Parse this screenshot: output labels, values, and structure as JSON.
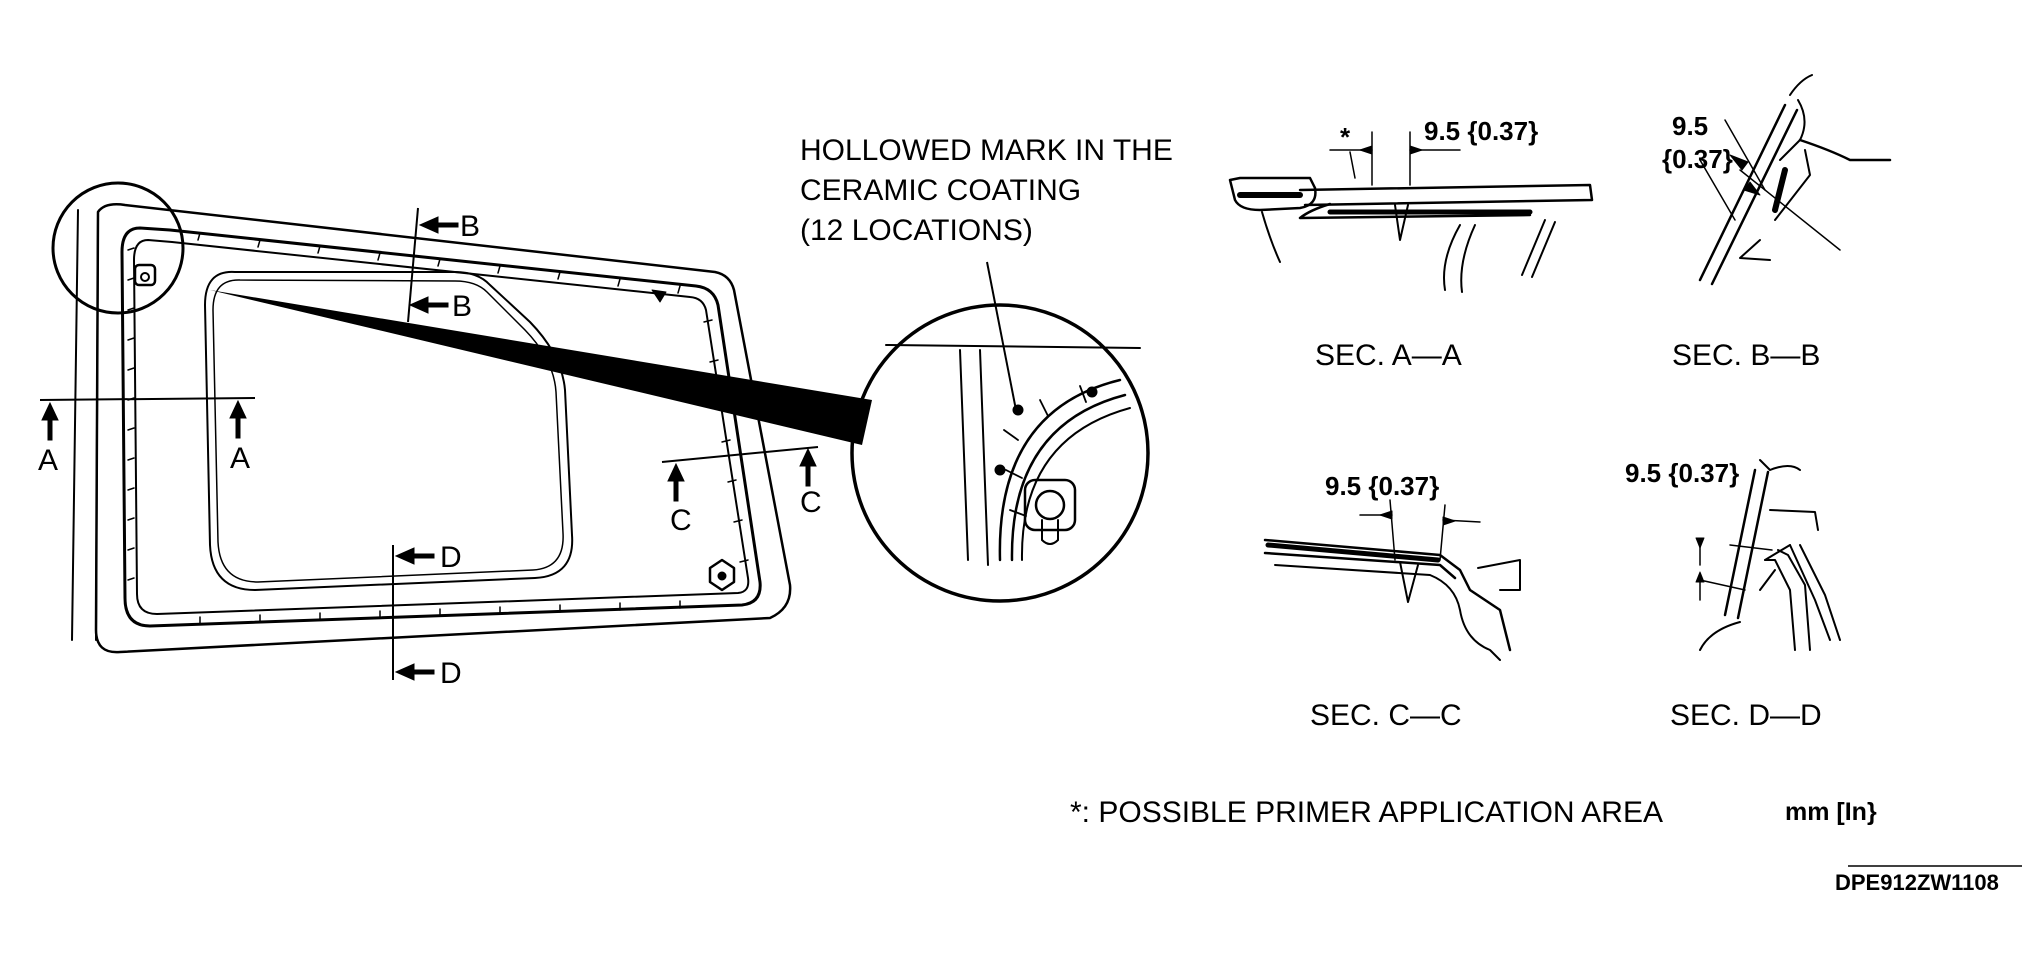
{
  "callout": {
    "line1": "HOLLOWED MARK IN THE",
    "line2": "CERAMIC COATING",
    "line3": "(12 LOCATIONS)"
  },
  "section_marks": {
    "a": "A",
    "b": "B",
    "c": "C",
    "d": "D"
  },
  "sections": [
    {
      "caption": "SEC. A—A",
      "dimension": "9.5 {0.37}",
      "asterisk": "*"
    },
    {
      "caption": "SEC. B—B",
      "dimension_line1": "9.5",
      "dimension_line2": "{0.37}"
    },
    {
      "caption": "SEC. C—C",
      "dimension": "9.5 {0.37}"
    },
    {
      "caption": "SEC. D—D",
      "dimension": "9.5 {0.37}"
    }
  ],
  "footnote": "*: POSSIBLE PRIMER APPLICATION AREA",
  "units": "mm [In}",
  "figure_code": "DPE912ZW1108"
}
